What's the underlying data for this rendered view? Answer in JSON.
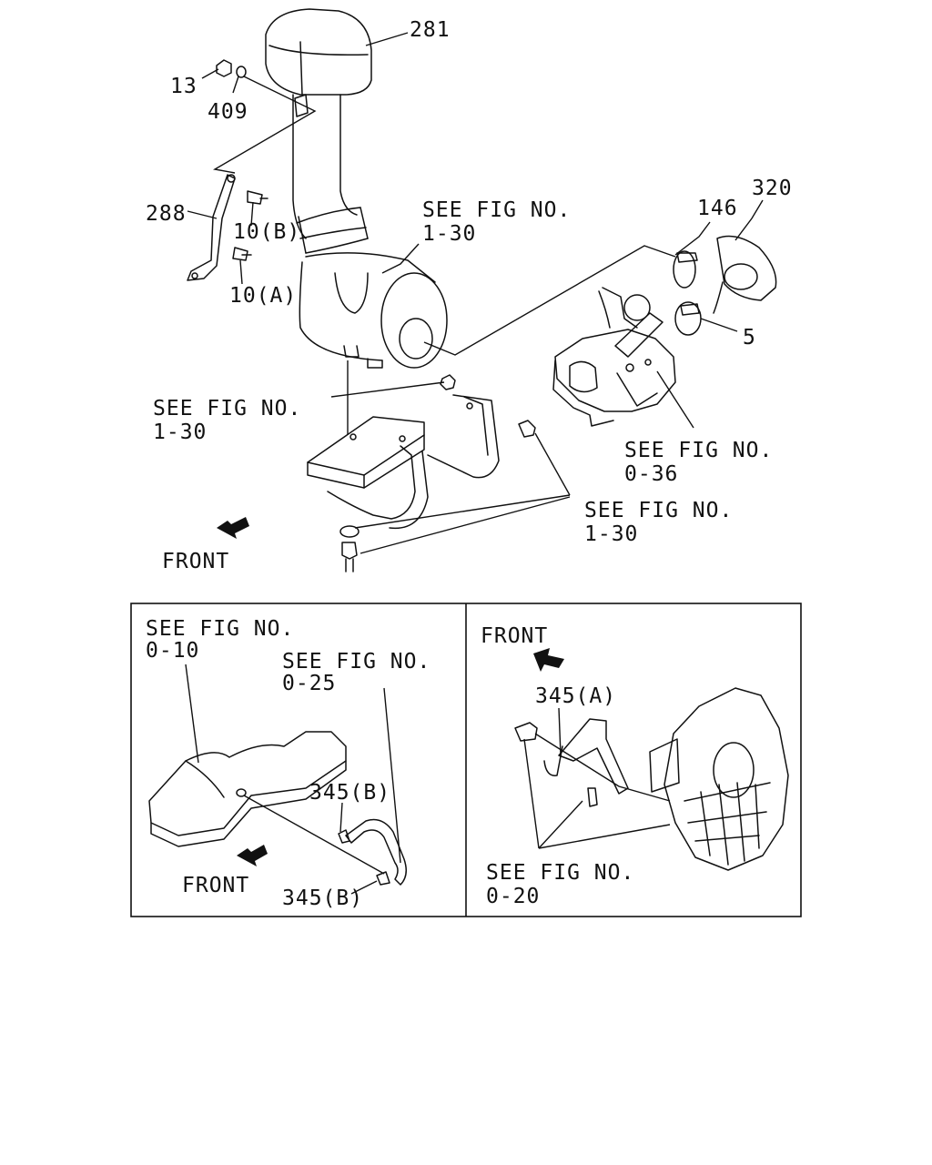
{
  "callouts": {
    "c281": "281",
    "c13": "13",
    "c409": "409",
    "c288": "288",
    "c10b": "10(B)",
    "c10a": "10(A)",
    "c146": "146",
    "c320": "320",
    "c5": "5",
    "c345a": "345(A)",
    "c345b_top": "345(B)",
    "c345b_bottom": "345(B)"
  },
  "references": {
    "air_cleaner": {
      "line1": "SEE FIG NO.",
      "line2": "1-30"
    },
    "bracket": {
      "line1": "SEE FIG NO.",
      "line2": "1-30"
    },
    "turbo": {
      "line1": "SEE FIG NO.",
      "line2": "0-36"
    },
    "mount_fasteners": {
      "line1": "SEE FIG NO.",
      "line2": "1-30"
    },
    "head_cover": {
      "line1": "SEE FIG NO.",
      "line2": "0-10"
    },
    "breather": {
      "line1": "SEE FIG NO.",
      "line2": "0-25"
    },
    "flywheel_housing": {
      "line1": "SEE FIG NO.",
      "line2": "0-20"
    }
  },
  "front_labels": {
    "main": "FRONT",
    "inset_left": "FRONT",
    "inset_right": "FRONT"
  }
}
